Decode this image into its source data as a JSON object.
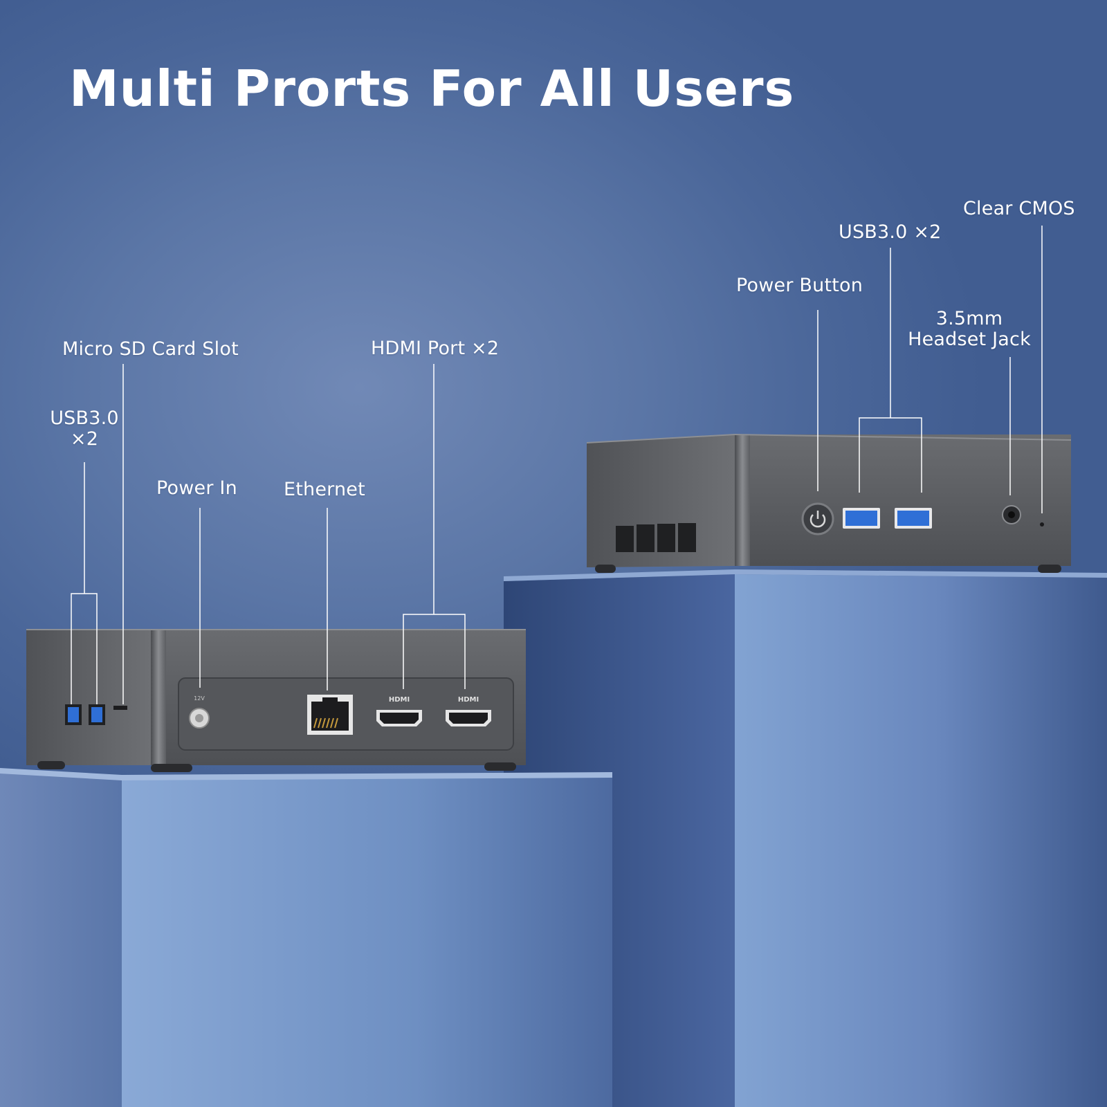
{
  "title": "Multi Prorts For All Users",
  "callouts": {
    "micro_sd": "Micro SD Card Slot",
    "usb_left_line1": "USB3.0",
    "usb_left_line2": "×2",
    "power_in": "Power In",
    "ethernet": "Ethernet",
    "hdmi": "HDMI Port ×2",
    "power_button": "Power Button",
    "usb_right": "USB3.0 ×2",
    "clear_cmos": "Clear CMOS",
    "headset_line1": "3.5mm",
    "headset_line2": "Headset Jack"
  },
  "port_marks": {
    "hdmi_logo": "HDMI",
    "dc_in": "12V"
  },
  "colors": {
    "background": "#5b76a6",
    "pedestal_light": "#86a6d4",
    "pedestal_dark": "#3f5a8e",
    "chassis": "#5d5f63",
    "usb_blue": "#2f6fd6",
    "text": "#ffffff"
  }
}
